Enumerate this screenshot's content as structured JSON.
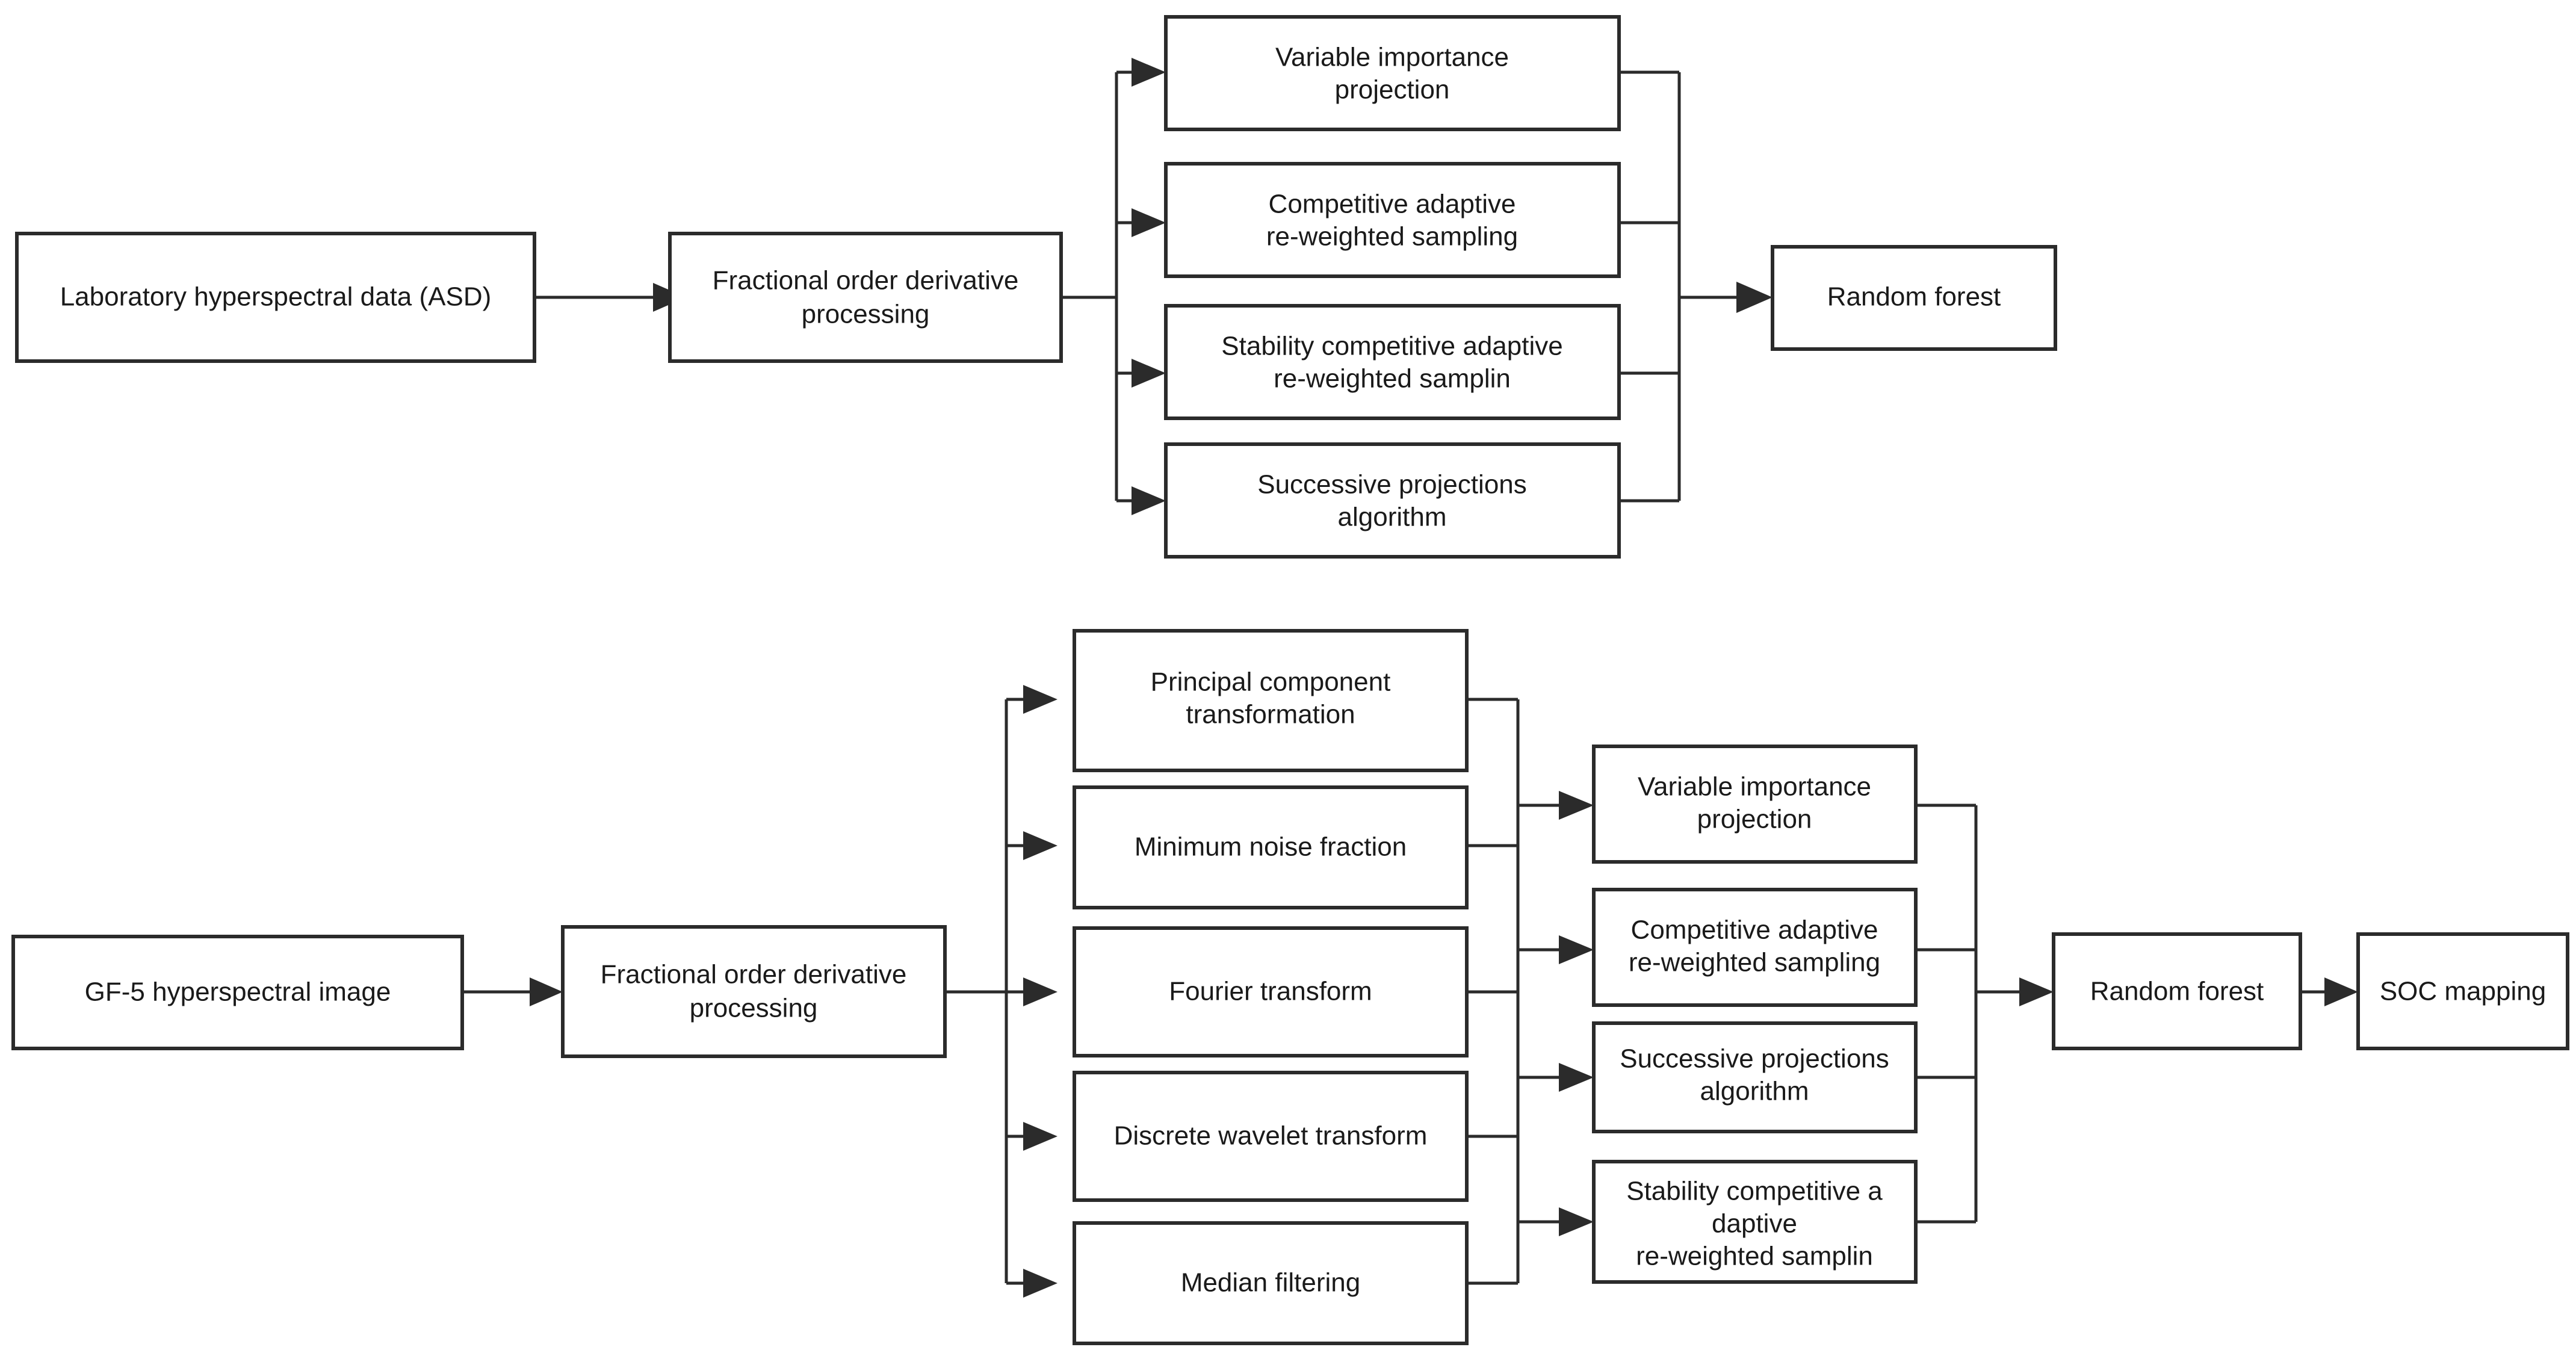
{
  "diagram": {
    "title": "SOC estimation workflow flowchart",
    "background_color": "#ffffff",
    "box_border_color": "#2b2b2b",
    "box_fill_color": "#ffffff",
    "text_color": "#1a1a1a",
    "connector_color": "#2b2b2b"
  },
  "lab_branch": {
    "source": {
      "label": "Laboratory hyperspectral data (ASD)"
    },
    "preprocess": {
      "line1": "Fractional order derivative",
      "line2": "processing"
    },
    "selection_methods": [
      {
        "line1": "Variable importance",
        "line2": "projection"
      },
      {
        "line1": "Competitive adaptive",
        "line2": "re-weighted sampling"
      },
      {
        "line1": "Stability competitive adaptive",
        "line2": "re-weighted samplin"
      },
      {
        "line1": "Successive projections",
        "line2": "algorithm"
      }
    ],
    "model": {
      "label": "Random forest"
    }
  },
  "image_branch": {
    "source": {
      "label": "GF-5  hyperspectral image"
    },
    "preprocess": {
      "line1": "Fractional order derivative",
      "line2": "processing"
    },
    "transforms": [
      {
        "line1": "Principal component",
        "line2": "transformation"
      },
      {
        "line1": "Minimum noise fraction",
        "line2": ""
      },
      {
        "line1": "Fourier transform",
        "line2": ""
      },
      {
        "line1": "Discrete wavelet transform",
        "line2": ""
      },
      {
        "line1": "Median filtering",
        "line2": ""
      }
    ],
    "selection_methods": [
      {
        "line1": "Variable importance",
        "line2": "projection",
        "line3": ""
      },
      {
        "line1": "Competitive adaptive",
        "line2": "re-weighted sampling",
        "line3": ""
      },
      {
        "line1": "Successive projections",
        "line2": "algorithm",
        "line3": ""
      },
      {
        "line1": "Stability competitive a",
        "line2": "daptive",
        "line3": "re-weighted samplin"
      }
    ],
    "model": {
      "label": "Random forest"
    },
    "output": {
      "label": "SOC mapping"
    }
  }
}
